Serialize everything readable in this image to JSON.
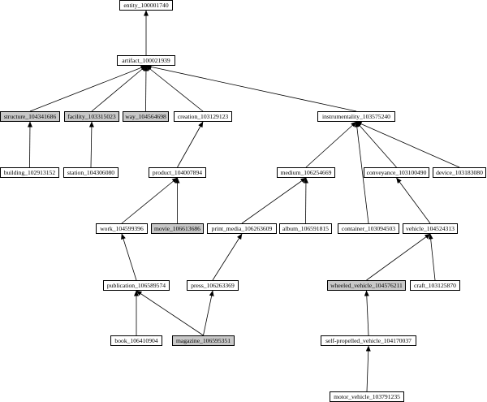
{
  "graph": {
    "highlight_fill": "#c8c8c8",
    "node_fill": "#ffffff",
    "edge_color": "#000000",
    "nodes": {
      "entity": {
        "label": "entity_100001740"
      },
      "artifact": {
        "label": "artifact_100021939"
      },
      "structure": {
        "label": "structure_104341686",
        "highlighted": true
      },
      "facility": {
        "label": "facility_103315023",
        "highlighted": true
      },
      "way": {
        "label": "way_104564698",
        "highlighted": true
      },
      "creation": {
        "label": "creation_103129123"
      },
      "instrumentality": {
        "label": "instrumentality_103575240"
      },
      "building": {
        "label": "building_102913152"
      },
      "station": {
        "label": "station_104306080"
      },
      "product": {
        "label": "product_104007894"
      },
      "medium": {
        "label": "medium_106254669"
      },
      "conveyance": {
        "label": "conveyance_103100490"
      },
      "device": {
        "label": "device_103183080"
      },
      "work": {
        "label": "work_104599396"
      },
      "movie": {
        "label": "movie_106613686",
        "highlighted": true
      },
      "print_media": {
        "label": "print_media_106263609"
      },
      "album": {
        "label": "album_106591815"
      },
      "container": {
        "label": "container_103094503"
      },
      "vehicle": {
        "label": "vehicle_104524313"
      },
      "publication": {
        "label": "publication_106589574"
      },
      "press": {
        "label": "press_106263369"
      },
      "wheeled_vehicle": {
        "label": "wheeled_vehicle_104576211",
        "highlighted": true
      },
      "craft": {
        "label": "craft_103125870"
      },
      "book": {
        "label": "book_106410904"
      },
      "magazine": {
        "label": "magazine_106595351",
        "highlighted": true
      },
      "self_propelled_vehicle": {
        "label": "self-propelled_vehicle_104170037"
      },
      "motor_vehicle": {
        "label": "motor_vehicle_103791235"
      }
    },
    "edges": [
      [
        "artifact",
        "entity"
      ],
      [
        "structure",
        "artifact"
      ],
      [
        "facility",
        "artifact"
      ],
      [
        "way",
        "artifact"
      ],
      [
        "creation",
        "artifact"
      ],
      [
        "instrumentality",
        "artifact"
      ],
      [
        "building",
        "structure"
      ],
      [
        "station",
        "facility"
      ],
      [
        "product",
        "creation"
      ],
      [
        "medium",
        "instrumentality"
      ],
      [
        "container",
        "instrumentality"
      ],
      [
        "conveyance",
        "instrumentality"
      ],
      [
        "device",
        "instrumentality"
      ],
      [
        "work",
        "product"
      ],
      [
        "movie",
        "product"
      ],
      [
        "print_media",
        "medium"
      ],
      [
        "album",
        "medium"
      ],
      [
        "vehicle",
        "conveyance"
      ],
      [
        "publication",
        "work"
      ],
      [
        "press",
        "print_media"
      ],
      [
        "wheeled_vehicle",
        "vehicle"
      ],
      [
        "craft",
        "vehicle"
      ],
      [
        "book",
        "publication"
      ],
      [
        "magazine",
        "publication"
      ],
      [
        "magazine",
        "press"
      ],
      [
        "self_propelled_vehicle",
        "wheeled_vehicle"
      ],
      [
        "motor_vehicle",
        "self_propelled_vehicle"
      ]
    ]
  }
}
